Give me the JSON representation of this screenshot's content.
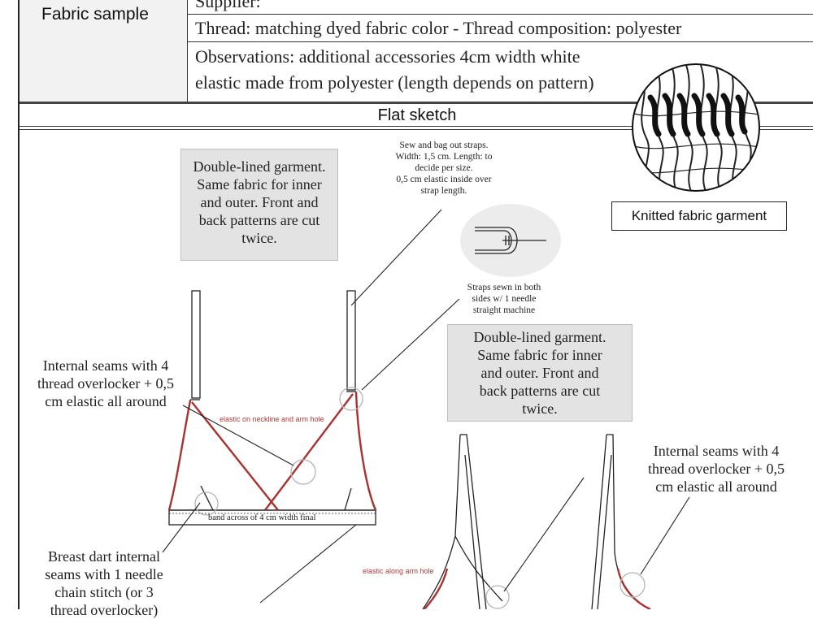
{
  "spec_table": {
    "fabric_sample_label": "Fabric sample",
    "supplier": "Supplier:",
    "thread": "Thread: matching dyed fabric color  -  Thread composition: polyester",
    "observations_line1": "Observations: additional accessories 4cm width white",
    "observations_line2": "elastic made from polyester (length depends on pattern)"
  },
  "section_title": "Flat sketch",
  "knit_label": "Knitted fabric garment",
  "note_front": [
    "Double-lined garment.",
    "Same fabric for inner",
    "and outer. Front and",
    "back patterns are cut",
    "twice."
  ],
  "note_side": [
    "Double-lined garment.",
    "Same fabric for inner",
    "and outer. Front and",
    "back patterns are cut",
    "twice."
  ],
  "straps_note": [
    "Sew and bag out straps.",
    "Width: 1,5 cm. Length: to",
    "decide per size.",
    "0,5 cm elastic inside over",
    "strap length."
  ],
  "straps_sewn_note": [
    "Straps sewn in both",
    "sides w/ 1 needle",
    "straight machine"
  ],
  "internal_seams_left": [
    "Internal seams with 4",
    "thread overlocker + 0,5",
    "cm elastic all around"
  ],
  "internal_seams_right": [
    "Internal seams with 4",
    "thread overlocker + 0,5",
    "cm elastic all around"
  ],
  "breast_dart": [
    "Breast dart internal",
    "seams with 1 needle",
    "chain stitch (or 3",
    "thread overlocker)"
  ],
  "elastic_neckline": "elastic on neckline and arm hole",
  "elastic_armhole": "elastic along arm hole",
  "band_label": "band across of 4 cm width final",
  "colors": {
    "elastic_line": "#a8322e",
    "note_fill": "#e3e3e3",
    "header_fill": "#f2f2f2"
  }
}
